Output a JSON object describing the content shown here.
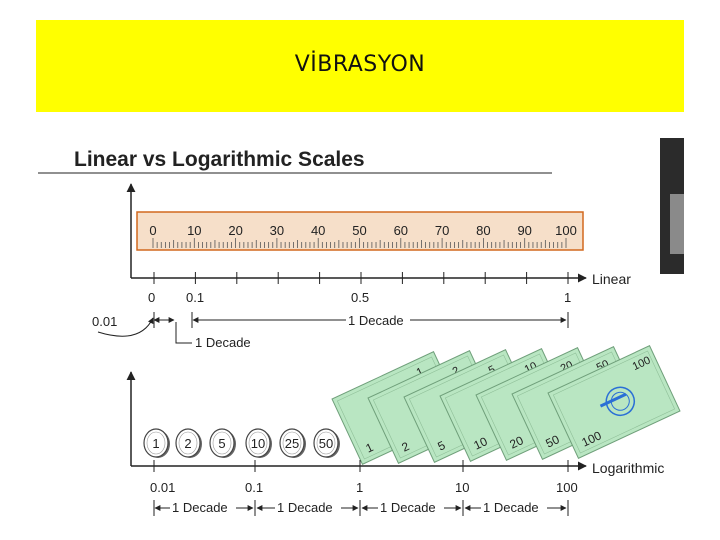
{
  "slide": {
    "title": "VİBRASYON"
  },
  "figure": {
    "heading": "Linear vs Logarithmic Scales",
    "ruler_ticks": [
      "0",
      "10",
      "20",
      "30",
      "40",
      "50",
      "60",
      "70",
      "80",
      "90",
      "100"
    ],
    "linear_axis": {
      "label": "Linear",
      "ticks": [
        "0",
        "0.1",
        "0.5",
        "1"
      ],
      "side_note": "0.01",
      "decade_label": "1 Decade",
      "decade_callout": "1 Decade"
    },
    "coins": [
      "1",
      "2",
      "5",
      "10",
      "25",
      "50"
    ],
    "bills": [
      "1",
      "2",
      "5",
      "10",
      "20",
      "50",
      "100"
    ],
    "log_axis": {
      "label": "Logarithmic",
      "ticks": [
        "0.01",
        "0.1",
        "1",
        "10",
        "100"
      ],
      "decade_labels": [
        "1 Decade",
        "1 Decade",
        "1 Decade",
        "1 Decade"
      ]
    },
    "colors": {
      "banner": "#ffff00",
      "ruler": "#f6dfc9",
      "ruler_border": "#d2691e",
      "bill": "#b9e6c2",
      "coin": "#ffffff"
    }
  }
}
